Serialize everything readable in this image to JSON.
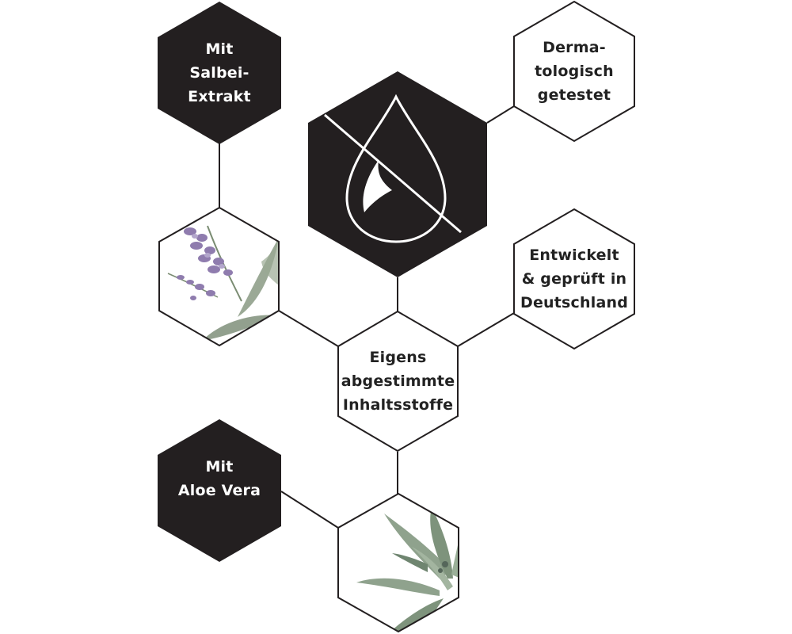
{
  "colors": {
    "dark_fill": "#231f20",
    "light_fill": "#ffffff",
    "stroke": "#231f20",
    "lavender": "#8f7cae",
    "sage_leaf": "#8a9a84",
    "aloe_leaf": "#8fa28d"
  },
  "hexagons": {
    "salbei_badge": {
      "lines": [
        "Mit",
        "Salbei-",
        "Extrakt"
      ]
    },
    "dermatologisch": {
      "lines": [
        "Derma-",
        "tologisch",
        "getestet"
      ]
    },
    "drop_icon": {
      "icon": "crossed-out-oil-drop-icon"
    },
    "sage_image": {
      "icon": "sage-plant-illustration"
    },
    "entwickelt": {
      "lines": [
        "Entwickelt",
        "& geprüft in",
        "Deutschland"
      ]
    },
    "center": {
      "lines": [
        "Eigens",
        "abgestimmte",
        "Inhaltsstoffe"
      ]
    },
    "aloe_badge": {
      "lines": [
        "Mit",
        "Aloe Vera"
      ]
    },
    "aloe_image": {
      "icon": "aloe-vera-plant-illustration"
    }
  }
}
